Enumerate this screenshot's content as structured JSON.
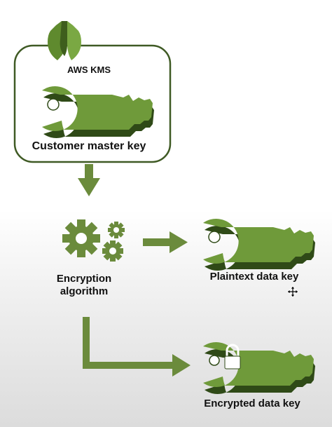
{
  "diagram": {
    "service_label": "AWS KMS",
    "customer_master_key": "Customer master key",
    "encryption_algorithm": {
      "line1": "Encryption",
      "line2": "algorithm"
    },
    "plaintext_data_key": "Plaintext data key",
    "encrypted_data_key": "Encrypted data key"
  },
  "icons": {
    "service": "shield-icon",
    "master_key": "key-icon",
    "algorithm": "gears-icon",
    "plaintext_key": "key-icon",
    "encrypted_key": "locked-key-icon",
    "cursor": "move-cursor-icon"
  },
  "colors": {
    "key_fill": "#6f9a3a",
    "key_shadow": "#2f4a17",
    "arrow": "#6b8b3c",
    "box_border": "#3f5a24",
    "background_top": "#ffffff",
    "background_bottom": "#dcdcdc"
  }
}
